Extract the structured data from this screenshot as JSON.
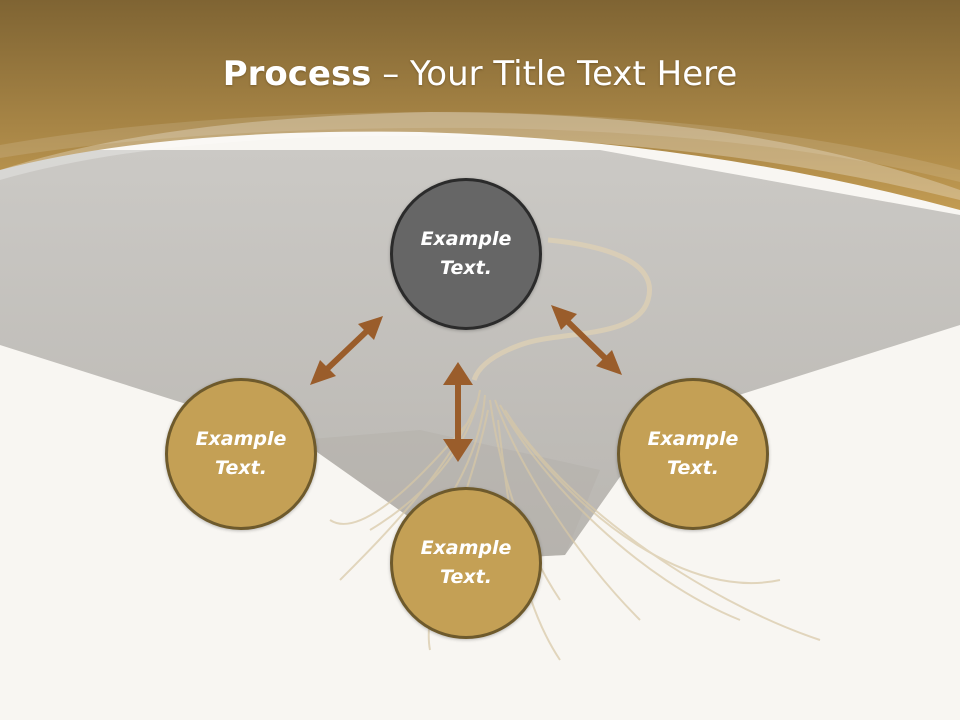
{
  "slide": {
    "title_bold": "Process",
    "title_rest": " – Your Title Text Here",
    "nodes": [
      {
        "label": "Example\nText."
      },
      {
        "label": "Example\nText."
      },
      {
        "label": "Example\nText."
      },
      {
        "label": "Example\nText."
      }
    ]
  },
  "colors": {
    "header_gold": "#c09a50",
    "circle_gold": "#c4a055",
    "circle_dark": "#666666",
    "arrow_brown": "#9a5d2b",
    "background": "#f8f6f2"
  },
  "icons": {
    "background_image": "graduation-cap-tassel",
    "connectors": "double-headed-arrow"
  }
}
